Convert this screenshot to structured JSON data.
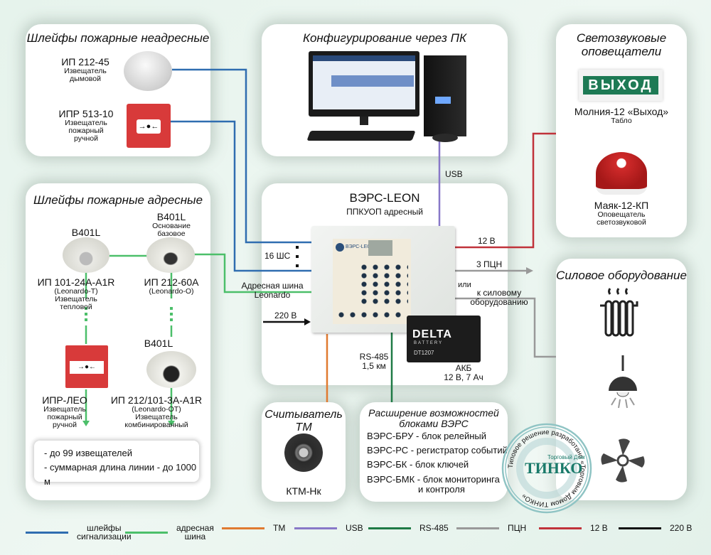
{
  "panels": {
    "nonaddress": {
      "title": "Шлейфы пожарные неадресные",
      "devices": [
        {
          "name": "ИП 212-45",
          "desc1": "Извещатель",
          "desc2": "дымовой",
          "desc3": ""
        },
        {
          "name": "ИПР 513-10",
          "desc1": "Извещатель",
          "desc2": "пожарный",
          "desc3": "ручной"
        }
      ]
    },
    "pc": {
      "title": "Конфигурирование через ПК"
    },
    "alarms": {
      "title1": "Светозвуковые",
      "title2": "оповещатели",
      "sign_text": "ВЫХОД",
      "devices": [
        {
          "name": "Молния-12 «Выход»",
          "desc1": "Табло",
          "desc2": ""
        },
        {
          "name": "Маяк-12-КП",
          "desc1": "Оповещатель",
          "desc2": "светозвуковой"
        }
      ]
    },
    "address": {
      "title": "Шлейфы пожарные адресные",
      "devices": [
        {
          "base": "B401L",
          "base_desc1": "",
          "base_desc2": "",
          "name": "ИП 101-24А-А1R",
          "model": "(Leonardo-T)",
          "desc1": "Извещатель",
          "desc2": "тепловой"
        },
        {
          "base": "B401L",
          "base_desc1": "Основание",
          "base_desc2": "базовое",
          "name": "ИП 212-60А",
          "model": "(Leonardo-O)",
          "desc1": "",
          "desc2": ""
        },
        {
          "base": "",
          "name": "ИПР-ЛЕО",
          "model": "",
          "desc1": "Извещатель",
          "desc2": "пожарный",
          "desc3": "ручной"
        },
        {
          "base": "B401L",
          "name": "ИП 212/101-3А-А1R",
          "model": "(Leonardo-OT)",
          "desc1": "Извещатель",
          "desc2": "комбинированный"
        }
      ],
      "notes": [
        "- до 99 извещателей",
        "- суммарная длина линии - до 1000 м"
      ]
    },
    "center": {
      "title": "ВЭРС-LEON",
      "subtitle": "ППКУОП адресный",
      "device_brand": "ВЭРС-LEON",
      "battery_brand": "DELTA",
      "battery_sub": "BATTERY",
      "battery_model": "DT1207",
      "battery_label": "АКБ",
      "battery_spec": "12 В, 7 Ач"
    },
    "power": {
      "title": "Силовое оборудование"
    },
    "reader": {
      "title1": "Считыватель",
      "title2": "ТМ",
      "device": "КТМ-Нк"
    },
    "expansion": {
      "title1": "Расширение возможностей",
      "title2": "блоками ВЭРС",
      "items": [
        "ВЭРС-БРУ - блок релейный",
        "ВЭРС-РС - регистратор событий",
        "ВЭРС-БК - блок ключей",
        "ВЭРС-БМК - блок мониторинга",
        "и контроля"
      ]
    }
  },
  "wire_labels": {
    "usb": "USB",
    "shs": "16 ШС",
    "bus1": "Адресная шина",
    "bus2": "Leonardo",
    "v220": "220 В",
    "v12": "12 В",
    "pcn": "3 ПЦН",
    "or": "или",
    "power1": "к силовому",
    "power2": "оборудованию",
    "rs1": "RS-485",
    "rs2": "1,5 км"
  },
  "stamp": {
    "ring_text": "Типовое решение разработано «Торговым Домом ТИНКО»",
    "brand_small": "Торговый Дом",
    "brand": "ТИНКО"
  },
  "legend": [
    {
      "label1": "шлейфы",
      "label2": "сигнализации",
      "color": "#2f6db0"
    },
    {
      "label1": "адресная",
      "label2": "шина",
      "color": "#4cbf6a"
    },
    {
      "label1": "ТМ",
      "label2": "",
      "color": "#e07a30"
    },
    {
      "label1": "USB",
      "label2": "",
      "color": "#8878c8"
    },
    {
      "label1": "RS-485",
      "label2": "",
      "color": "#1f7a45"
    },
    {
      "label1": "ПЦН",
      "label2": "",
      "color": "#999999"
    },
    {
      "label1": "12 В",
      "label2": "",
      "color": "#c0323a"
    },
    {
      "label1": "220 В",
      "label2": "",
      "color": "#111111"
    }
  ]
}
